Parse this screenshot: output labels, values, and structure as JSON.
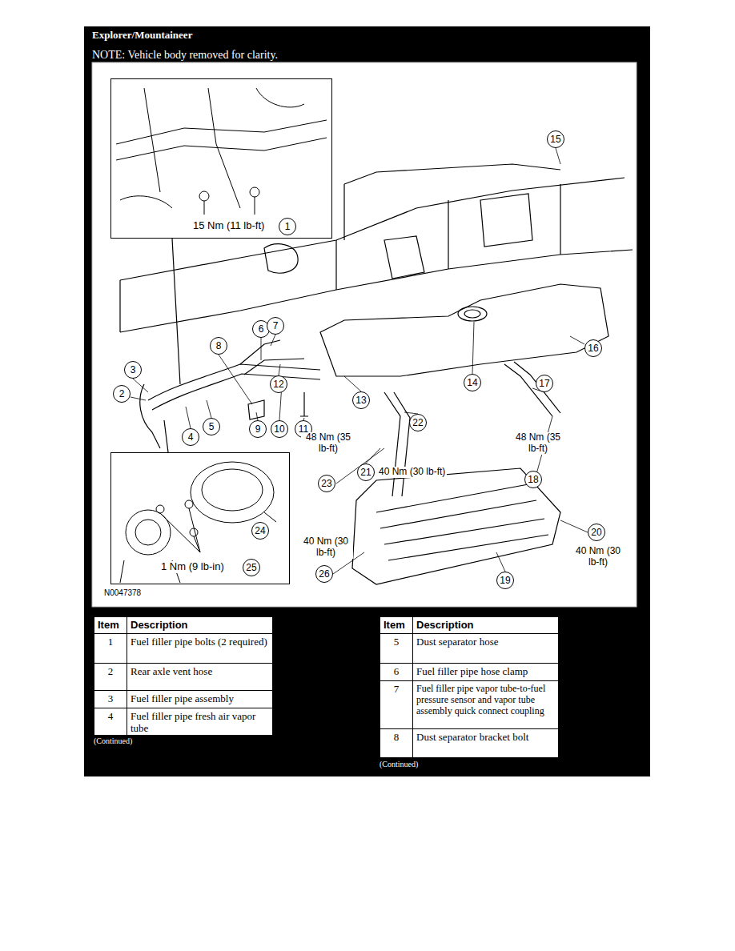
{
  "diagram": {
    "title": "Explorer/Mountaineer",
    "nodes": [
      {
        "text": [
          "15 Nm (11 lb-ft)"
        ]
      },
      {
        "text": [
          "1"
        ],
        "in": 0
      },
      {
        "text": [
          "15"
        ]
      },
      {
        "text": [
          "3"
        ]
      },
      {
        "text": [
          "2"
        ]
      },
      {
        "text": [
          "8"
        ]
      },
      {
        "text": [
          "6"
        ]
      },
      {
        "text": [
          "7"
        ]
      },
      {
        "text": [
          "12"
        ]
      },
      {
        "text": [
          "13"
        ]
      },
      {
        "text": [
          "14"
        ]
      },
      {
        "text": [
          "16"
        ]
      },
      {
        "text": [
          "17"
        ]
      },
      {
        "text": [
          "4"
        ]
      },
      {
        "text": [
          "5"
        ]
      },
      {
        "text": [
          "9"
        ]
      },
      {
        "text": [
          "10"
        ]
      },
      {
        "text": [
          "11"
        ]
      },
      {
        "text": [
          "22"
        ]
      },
      {
        "text": [
          "21"
        ]
      },
      {
        "text": [
          "23"
        ]
      },
      {
        "text": [
          "18"
        ]
      },
      {
        "text": [
          "20"
        ]
      },
      {
        "text": [
          "26"
        ]
      },
      {
        "text": [
          "19"
        ]
      },
      {
        "text": [
          "1 Nm (9 lb-in)"
        ]
      },
      {
        "text": [
          "24"
        ],
        "in": 25
      },
      {
        "text": [
          "25"
        ],
        "in": 25
      }
    ],
    "labels": [
      "NOTE: Vehicle body removed for clarity.",
      "N0047378",
      "48 Nm (35 lb-ft)",
      "40 Nm (30 lb-ft)",
      "48 Nm (35 lb-ft)",
      "40 Nm (30 lb-ft)",
      "40 Nm (30 lb-ft)",
      "Item",
      "Description",
      "1",
      "Fuel filler pipe bolts (2 required)",
      "2",
      "Rear axle vent hose",
      "3",
      "Fuel filler pipe assembly",
      "4",
      "Fuel filler pipe fresh air vapor tube",
      "(Continued)",
      "Item",
      "Description",
      "5",
      "Dust separator hose",
      "6",
      "Fuel filler pipe hose clamp",
      "7",
      "Fuel filler pipe vapor tube-to-fuel pressure sensor and vapor tube assembly quick connect coupling",
      "8",
      "Dust separator bracket bolt",
      "(Continued)"
    ]
  }
}
